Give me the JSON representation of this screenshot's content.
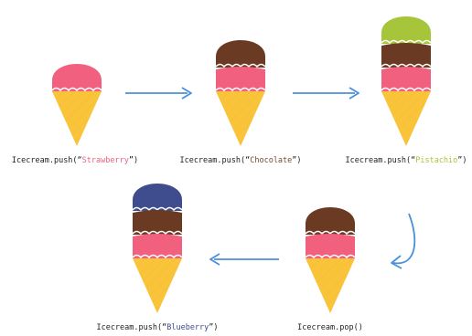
{
  "colors": {
    "cone": "#F9C43A",
    "cone_stroke": "#E2A92A",
    "arrow": "#4A90D9",
    "scoop_stroke": "#ffffff"
  },
  "flavors": {
    "strawberry": {
      "color": "#F2607F",
      "label_color": "#F2607F"
    },
    "chocolate": {
      "color": "#6B3A22",
      "label_color": "#7A4A2E"
    },
    "pistachio": {
      "color": "#A6C53A",
      "label_color": "#A6C53A"
    },
    "blueberry": {
      "color": "#3F4D8F",
      "label_color": "#3F4D8F"
    }
  },
  "steps": [
    {
      "id": "push-strawberry",
      "stack": [
        "strawberry"
      ],
      "caption": {
        "prefix": "Icecream.push(“",
        "flavor": "Strawberry",
        "flavor_key": "strawberry",
        "suffix": "”)"
      }
    },
    {
      "id": "push-chocolate",
      "stack": [
        "strawberry",
        "chocolate"
      ],
      "caption": {
        "prefix": "Icecream.push(“",
        "flavor": "Chocolate",
        "flavor_key": "chocolate",
        "suffix": "”)"
      }
    },
    {
      "id": "push-pistachio",
      "stack": [
        "strawberry",
        "chocolate",
        "pistachio"
      ],
      "caption": {
        "prefix": "Icecream.push(“",
        "flavor": "Pistachio",
        "flavor_key": "pistachio",
        "suffix": "”)"
      }
    },
    {
      "id": "pop",
      "stack": [
        "strawberry",
        "chocolate"
      ],
      "caption": {
        "prefix": "Icecream.pop()",
        "flavor": "",
        "flavor_key": "",
        "suffix": ""
      }
    },
    {
      "id": "push-blueberry",
      "stack": [
        "strawberry",
        "chocolate",
        "blueberry"
      ],
      "caption": {
        "prefix": "Icecream.push(“",
        "flavor": "Blueberry",
        "flavor_key": "blueberry",
        "suffix": "”)"
      }
    }
  ]
}
